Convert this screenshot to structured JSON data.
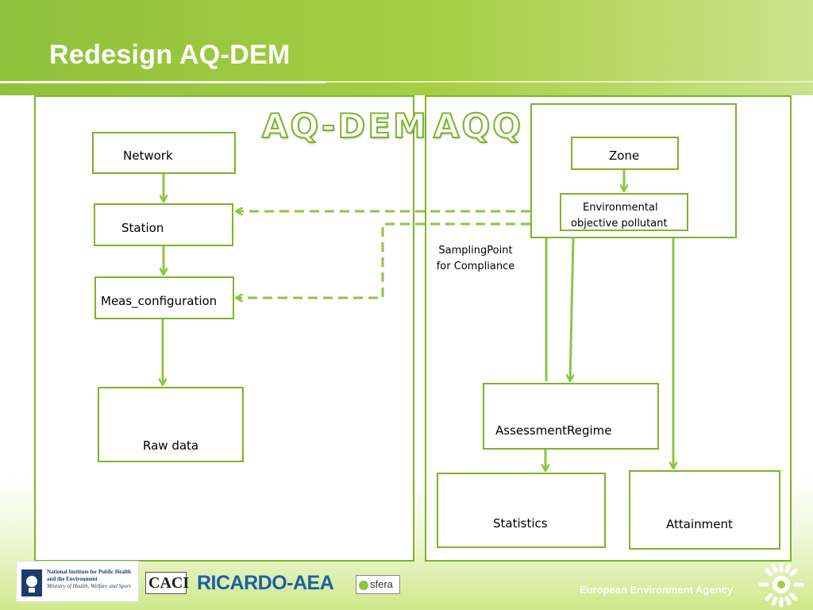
{
  "slide": {
    "title": "Redesign AQ-DEM"
  },
  "diagram": {
    "left_heading": "AQ-DEM",
    "right_heading": "AQQ",
    "nodes": {
      "network": "Network",
      "station": "Station",
      "meas_configuration": "Meas_configuration",
      "raw_data": "Raw data",
      "zone": "Zone",
      "env_objective_line1": "Environmental",
      "env_objective_line2": "objective pollutant",
      "sampling_point_line1": "SamplingPoint",
      "sampling_point_line2": "for Compliance",
      "assessment_regime": "AssessmentRegime",
      "statistics": "Statistics",
      "attainment": "Attainment"
    },
    "colors": {
      "accent": "#7ab528",
      "connector": "#8cc63f",
      "header_start": "#8fc13a",
      "header_end": "#cbe38c"
    }
  },
  "footer": {
    "rivm_line1": "National Institute for Public Health",
    "rivm_line2": "and the Environment",
    "rivm_line3": "Ministry of Health, Welfare and Sport",
    "caci": "CACI",
    "ricardo": "RICARDO-AEA",
    "sfera": "sfera",
    "agency": "European Environment Agency"
  }
}
